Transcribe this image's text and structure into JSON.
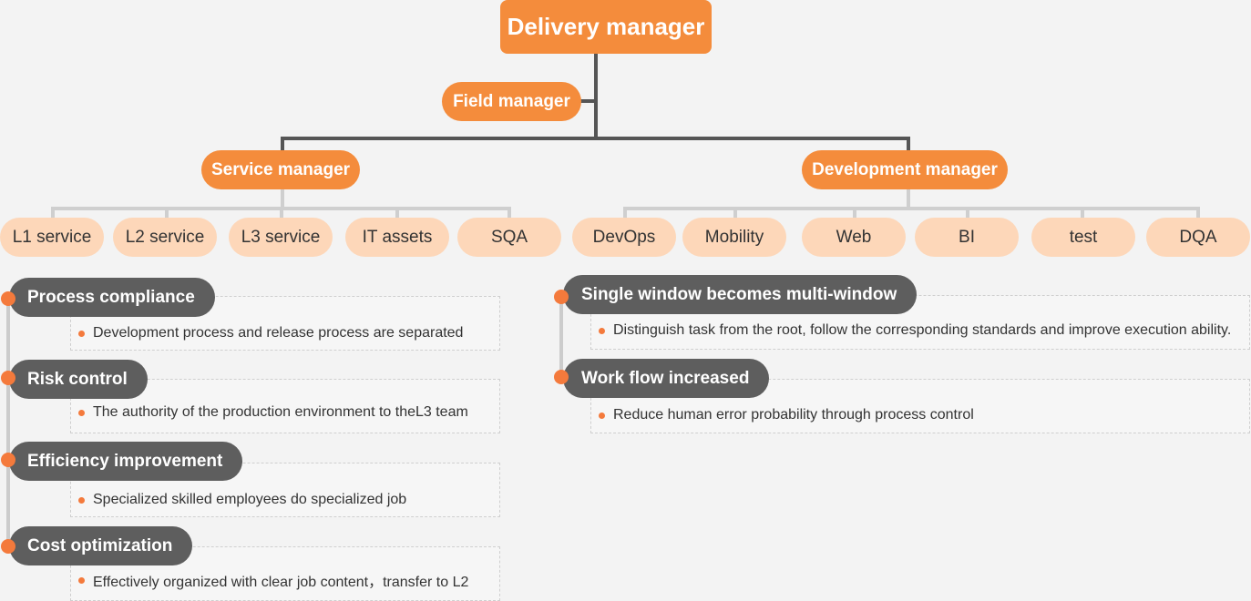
{
  "org": {
    "root": "Delivery manager",
    "field": "Field manager",
    "service": "Service manager",
    "development": "Development manager",
    "service_items": [
      "L1 service",
      "L2 service",
      "L3 service",
      "IT assets",
      "SQA"
    ],
    "dev_items": [
      "DevOps",
      "Mobility",
      "Web",
      "BI",
      "test",
      "DQA"
    ]
  },
  "left_points": [
    {
      "title": "Process compliance",
      "detail": " Development process and release process are separated"
    },
    {
      "title": "Risk control",
      "detail": "The authority of the production environment to theL3 team"
    },
    {
      "title": "Efficiency improvement",
      "detail": "Specialized skilled employees do specialized job"
    },
    {
      "title": "Cost optimization",
      "detail": "Effectively organized with clear job content，transfer to L2"
    }
  ],
  "right_points": [
    {
      "title": "Single window becomes multi-window",
      "detail": "Distinguish task from the root, follow the corresponding standards and improve execution ability."
    },
    {
      "title": "Work flow increased",
      "detail": "Reduce human error probability through process control"
    }
  ],
  "colors": {
    "accent": "#f48c3c",
    "leaf": "#fdd7b9",
    "pill": "#5e5e5e",
    "background": "#f3f3f3"
  }
}
